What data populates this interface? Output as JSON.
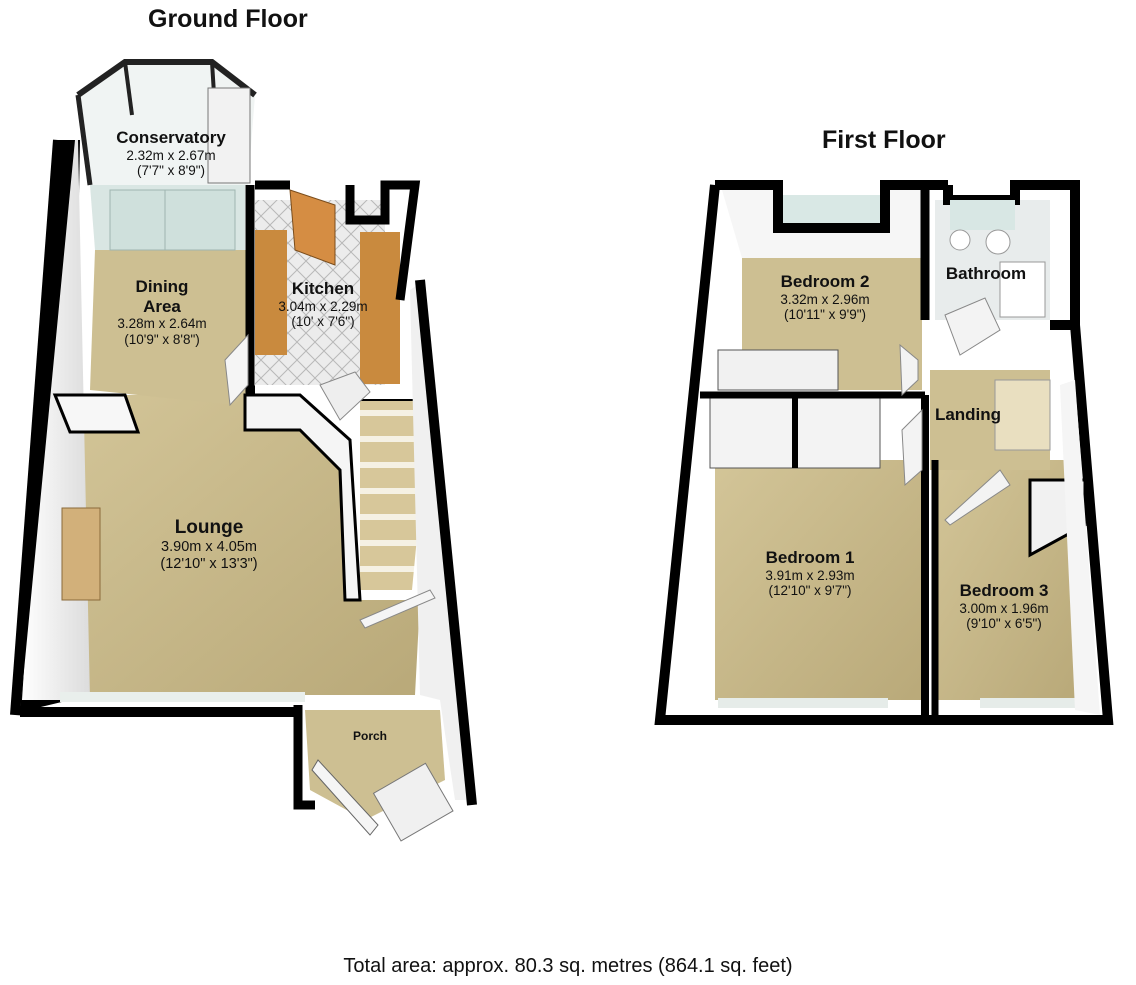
{
  "ground_floor": {
    "title": "Ground Floor",
    "rooms": {
      "conservatory": {
        "name": "Conservatory",
        "metric": "2.32m x 2.67m",
        "imperial": "(7'7\" x 8'9\")"
      },
      "dining_area": {
        "name_line1": "Dining",
        "name_line2": "Area",
        "metric": "3.28m x 2.64m",
        "imperial": "(10'9\" x 8'8\")"
      },
      "kitchen": {
        "name": "Kitchen",
        "metric": "3.04m x 2.29m",
        "imperial": "(10' x 7'6\")"
      },
      "lounge": {
        "name": "Lounge",
        "metric": "3.90m x 4.05m",
        "imperial": "(12'10\" x 13'3\")"
      },
      "porch": {
        "name": "Porch"
      }
    }
  },
  "first_floor": {
    "title": "First Floor",
    "rooms": {
      "bedroom_2": {
        "name": "Bedroom 2",
        "metric": "3.32m x 2.96m",
        "imperial": "(10'11\" x 9'9\")"
      },
      "bathroom": {
        "name": "Bathroom"
      },
      "landing": {
        "name": "Landing"
      },
      "bedroom_1": {
        "name": "Bedroom 1",
        "metric": "3.91m x 2.93m",
        "imperial": "(12'10\" x 9'7\")"
      },
      "bedroom_3": {
        "name": "Bedroom 3",
        "metric": "3.00m x 1.96m",
        "imperial": "(9'10\" x 6'5\")"
      }
    }
  },
  "total_area": "Total area: approx. 80.3 sq. metres (864.1 sq. feet)",
  "colors": {
    "floor": "#c9b98a",
    "carpet": "#c2b383",
    "wall": "#000000",
    "wall_face": "#f4f4f4",
    "glass": "#cfe3df",
    "wood": "#c98a3e",
    "tile": "#e6e6e6",
    "door": "#f0f0f0"
  }
}
